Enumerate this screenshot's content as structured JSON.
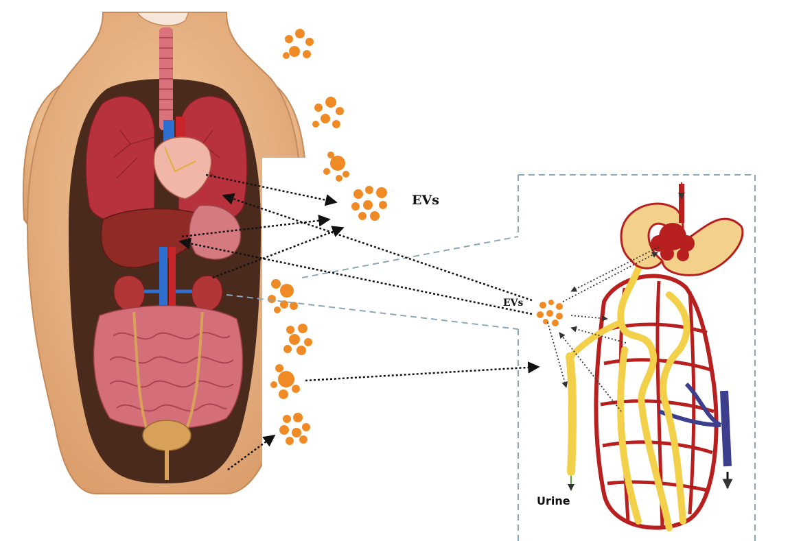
{
  "labels": {
    "evs_top": "EVs",
    "evs_kidney": "EVs",
    "urine": "Urine"
  },
  "colors": {
    "vesicle": "#f08a24",
    "skin": "#e9b98c",
    "skin_dark": "#c98d5e",
    "cavity": "#4a2a1c",
    "lung": "#b7323c",
    "liver": "#8f2a24",
    "kidney": "#b33636",
    "vein_blue": "#2f6fd0",
    "intestine": "#d46f7a",
    "bladder": "#d7a15a",
    "nephron_red": "#b81f1f",
    "tubule_yellow": "#f2d04a",
    "vein_navy": "#3b3f8e",
    "dash_box": "#8aa7b8",
    "arrow": "#111111"
  }
}
